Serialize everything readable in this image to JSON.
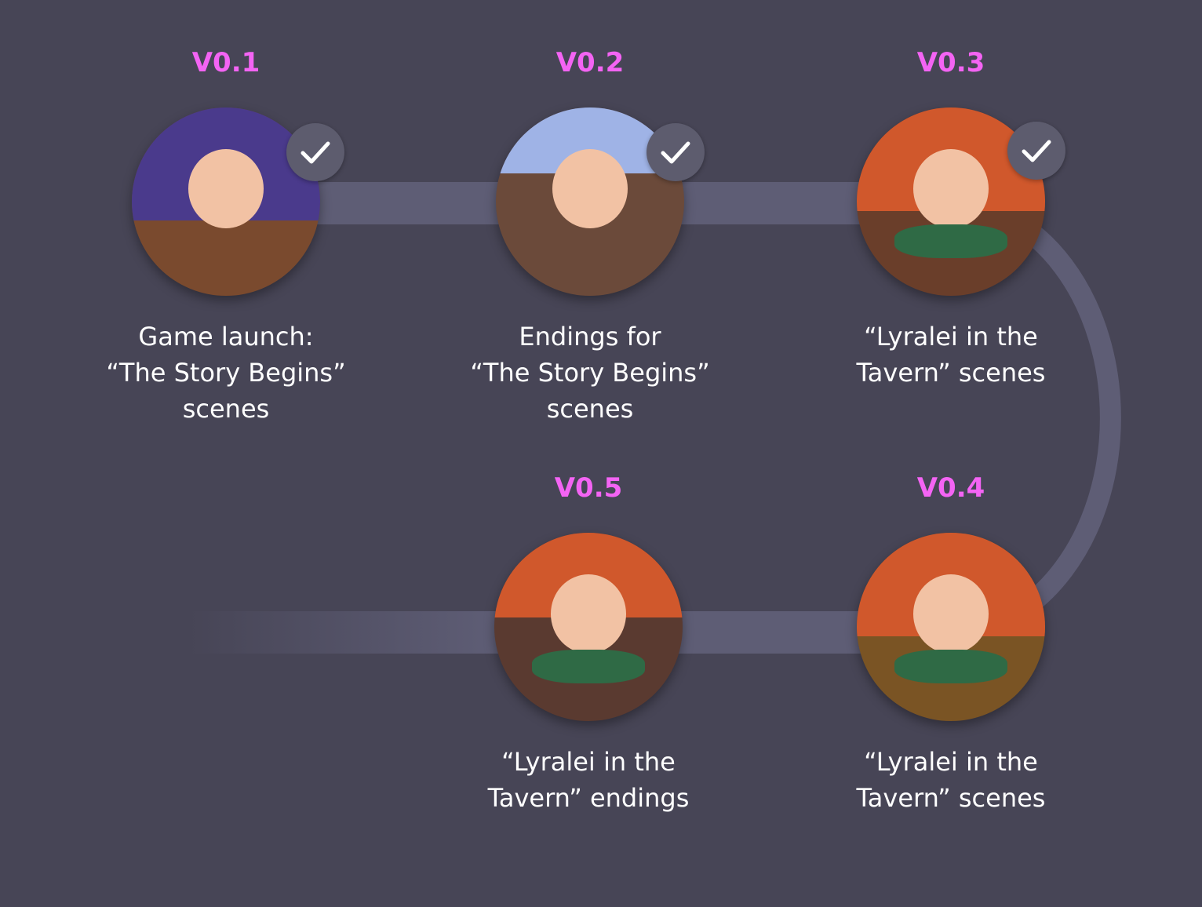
{
  "milestones": [
    {
      "version": "V0.1",
      "description": "Game launch:\n“The Story Begins”\nscenes",
      "completed": true,
      "icon": "check-icon"
    },
    {
      "version": "V0.2",
      "description": "Endings for\n“The Story Begins”\nscenes",
      "completed": true,
      "icon": "check-icon"
    },
    {
      "version": "V0.3",
      "description": "“Lyralei in the\nTavern” scenes",
      "completed": true,
      "icon": "check-icon"
    },
    {
      "version": "V0.4",
      "description": "“Lyralei in the\nTavern” scenes",
      "completed": false
    },
    {
      "version": "V0.5",
      "description": "“Lyralei in the\nTavern” endings",
      "completed": false
    }
  ],
  "colors": {
    "background": "#474556",
    "track": "#5e5d75",
    "accent": "#f464f4",
    "badge": "#5d5c6e"
  }
}
